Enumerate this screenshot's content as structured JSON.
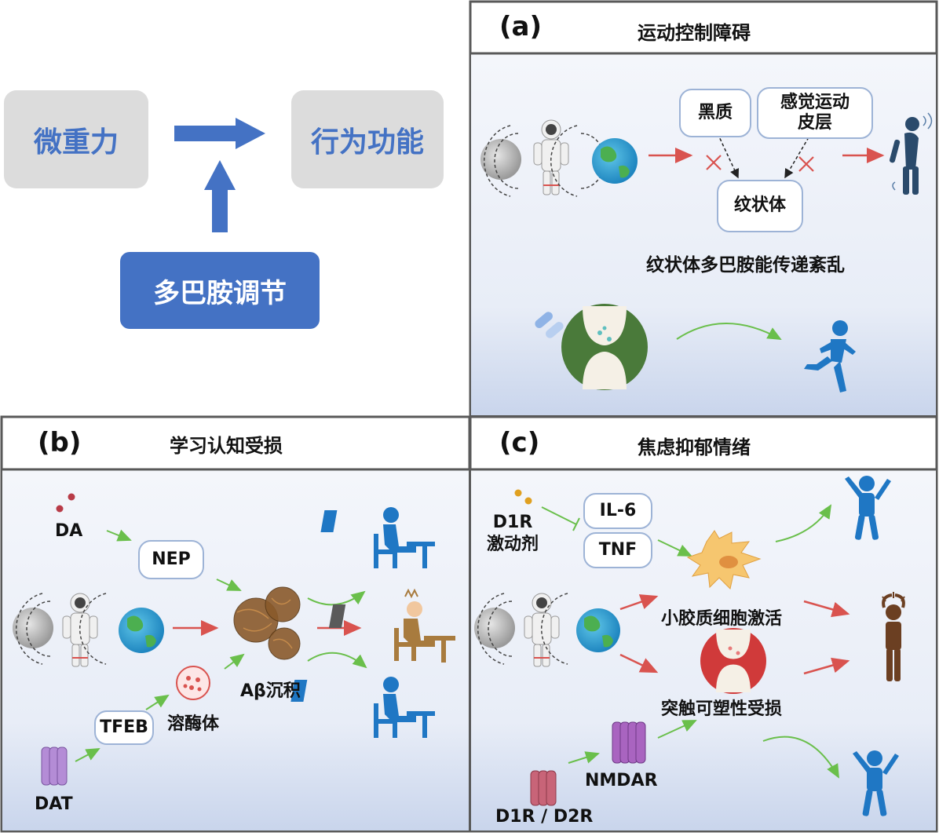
{
  "top_left": {
    "box_left": "微重力",
    "box_right": "行为功能",
    "box_bottom": "多巴胺调节"
  },
  "panel_a": {
    "letter": "(a)",
    "title": "运动控制障碍",
    "box_substantia": "黑质",
    "box_cortex": "感觉运动皮层",
    "box_striatum": "纹状体",
    "caption": "纹状体多巴胺能传递紊乱"
  },
  "panel_b": {
    "letter": "(b)",
    "title": "学习认知受损",
    "da": "DA",
    "nep": "NEP",
    "abeta": "Aβ沉积",
    "lysosome": "溶酶体",
    "tfeb": "TFEB",
    "dat": "DAT"
  },
  "panel_c": {
    "letter": "(c)",
    "title": "焦虑抑郁情绪",
    "agonist": "D1R\n激动剂",
    "il6": "IL-6",
    "tnf": "TNF",
    "microglia": "小胶质细胞激活",
    "synaptic": "突触可塑性受损",
    "nmdar": "NMDAR",
    "d1r_d2r": "D1R / D2R"
  },
  "colors": {
    "brand_blue": "#4472c4",
    "grey_box": "#dcdcdc",
    "panel_border": "#595959",
    "red_arrow": "#d9534f",
    "green_arrow": "#6abf4b",
    "figure_blue": "#1f77c4"
  }
}
